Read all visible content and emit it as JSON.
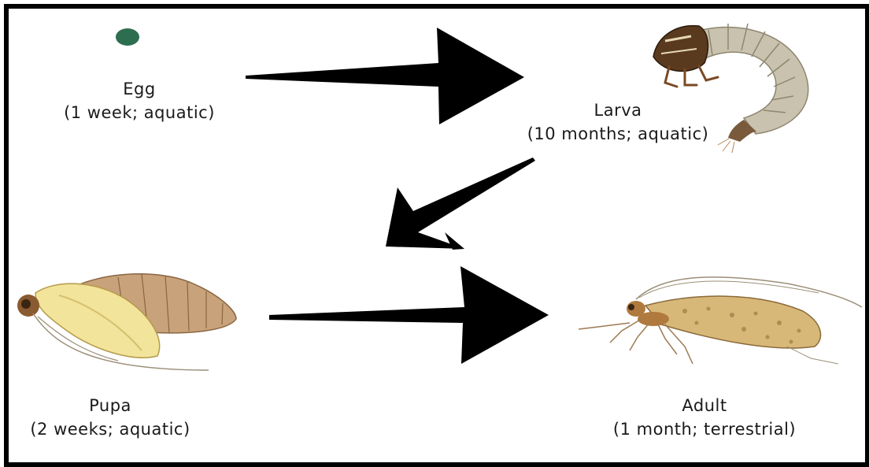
{
  "stages": {
    "egg": {
      "name": "Egg",
      "detail": "(1 week; aquatic)"
    },
    "larva": {
      "name": "Larva",
      "detail": "(10 months; aquatic)"
    },
    "pupa": {
      "name": "Pupa",
      "detail": "(2 weeks; aquatic)"
    },
    "adult": {
      "name": "Adult",
      "detail": "(1 month; terrestrial)"
    }
  },
  "colors": {
    "frame": "#000000",
    "arrow": "#000000",
    "egg": "#2e6e50",
    "larva_body": "#c9c2ae",
    "larva_head": "#5a3a1e",
    "pupa_wing": "#f2e49a",
    "pupa_body": "#c8a27a",
    "adult_wing": "#d8b878",
    "adult_body": "#b07a3e"
  },
  "icons": {
    "egg": "egg-illustration",
    "larva": "caddisfly-larva-illustration",
    "pupa": "caddisfly-pupa-illustration",
    "adult": "caddisfly-adult-illustration",
    "arrows": "arrow-icon"
  }
}
